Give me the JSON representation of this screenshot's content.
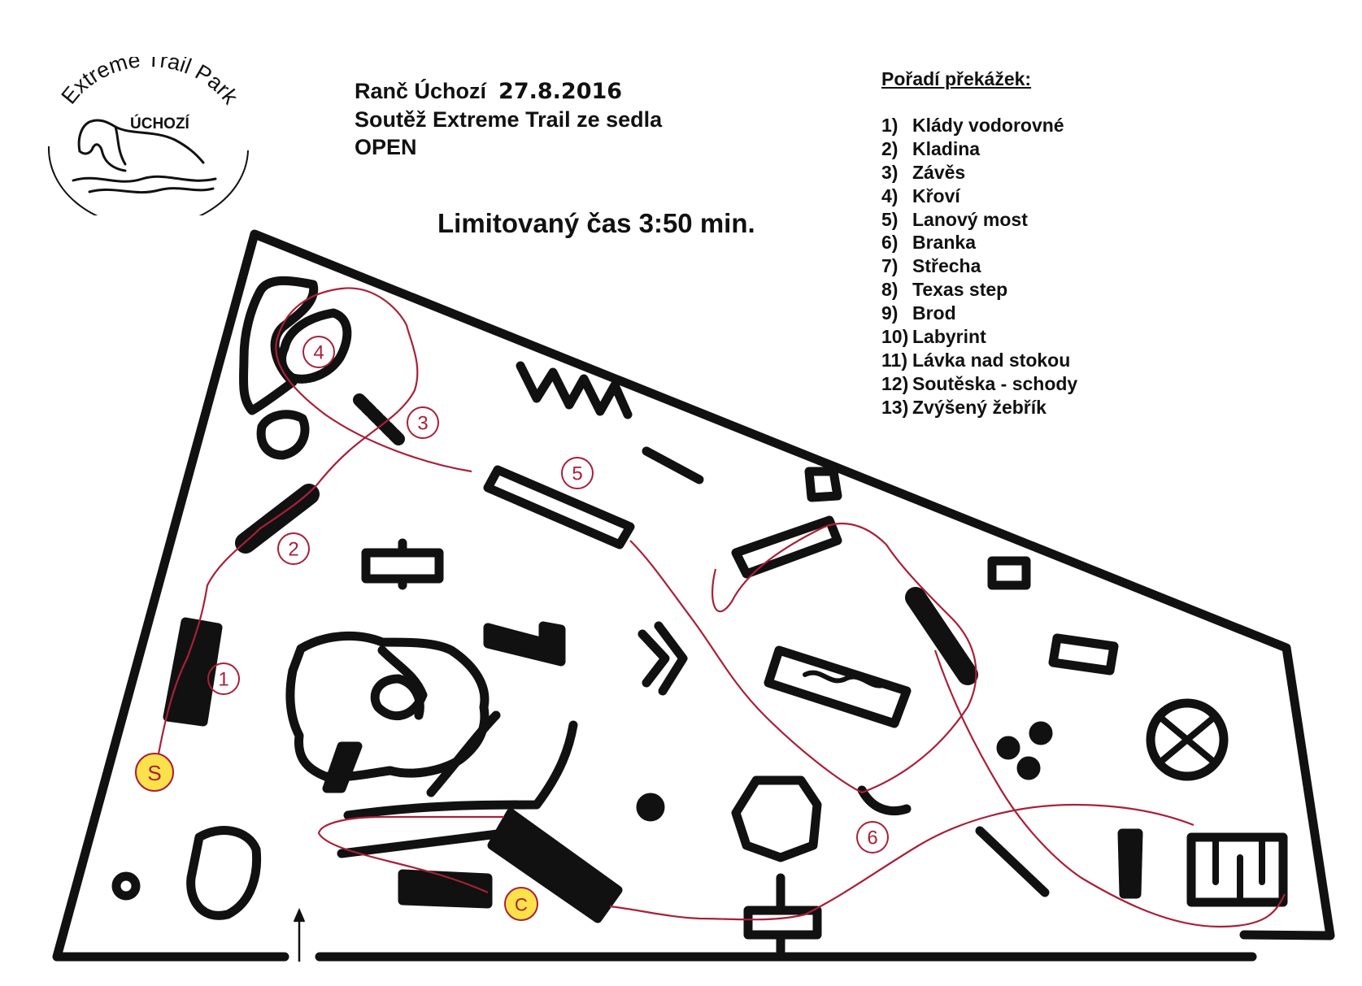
{
  "logo": {
    "arc_text": "Extreme Trail Park",
    "sub_text": "ÚCHOZÍ",
    "icon": "horse-head-icon"
  },
  "header": {
    "line1_prefix": "Ranč Úchozí",
    "date": "27.8.2016",
    "line2": "Soutěž Extreme Trail ze sedla",
    "line3": "OPEN"
  },
  "time_limit": "Limitovaný čas 3:50 min.",
  "obstacle_order": {
    "title": "Pořadí překážek:",
    "items": [
      {
        "num": "1)",
        "name": "Klády vodorovné"
      },
      {
        "num": "2)",
        "name": "Kladina"
      },
      {
        "num": "3)",
        "name": "Závěs"
      },
      {
        "num": "4)",
        "name": "Křoví"
      },
      {
        "num": "5)",
        "name": "Lanový most"
      },
      {
        "num": "6)",
        "name": "Branka"
      },
      {
        "num": "7)",
        "name": "Střecha"
      },
      {
        "num": "8)",
        "name": "Texas step"
      },
      {
        "num": "9)",
        "name": "Brod"
      },
      {
        "num": "10)",
        "name": "Labyrint"
      },
      {
        "num": "11)",
        "name": "Lávka nad stokou"
      },
      {
        "num": "12)",
        "name": "Soutěska - schody"
      },
      {
        "num": "13)",
        "name": "Zvýšený žebřík"
      }
    ]
  },
  "map_labels": {
    "start": "S",
    "finish": "C",
    "markers": [
      "1",
      "2",
      "3",
      "4",
      "5",
      "6"
    ]
  },
  "colors": {
    "ink": "#111111",
    "route": "#a8203a",
    "marker_fill": "#fbe14a"
  }
}
